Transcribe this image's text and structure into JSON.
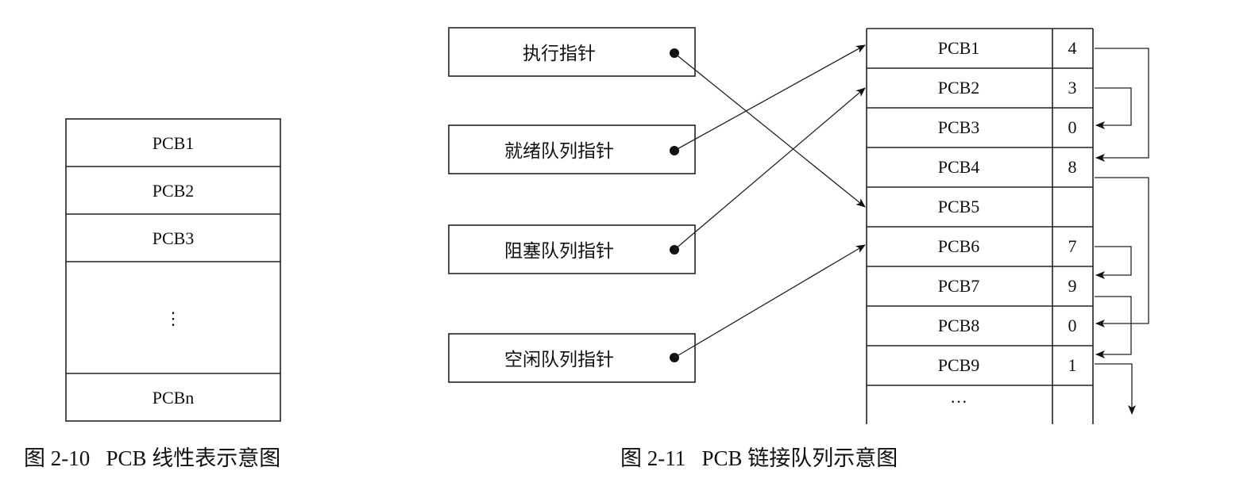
{
  "linear_table": {
    "rows": [
      "PCB1",
      "PCB2",
      "PCB3",
      "⋮",
      "PCBn"
    ],
    "caption": "图 2-10   PCB 线性表示意图"
  },
  "linked_queue": {
    "pointers": [
      "执行指针",
      "就绪队列指针",
      "阻塞队列指针",
      "空闲队列指针"
    ],
    "pcbs": [
      {
        "name": "PCB1",
        "link": "4"
      },
      {
        "name": "PCB2",
        "link": "3"
      },
      {
        "name": "PCB3",
        "link": "0"
      },
      {
        "name": "PCB4",
        "link": "8"
      },
      {
        "name": "PCB5",
        "link": ""
      },
      {
        "name": "PCB6",
        "link": "7"
      },
      {
        "name": "PCB7",
        "link": "9"
      },
      {
        "name": "PCB8",
        "link": "0"
      },
      {
        "name": "PCB9",
        "link": "1"
      },
      {
        "name": "···",
        "link": ""
      }
    ],
    "pointer_targets": [
      {
        "from": "执行指针",
        "to": "PCB5"
      },
      {
        "from": "就绪队列指针",
        "to": "PCB1"
      },
      {
        "from": "阻塞队列指针",
        "to": "PCB2"
      },
      {
        "from": "空闲队列指针",
        "to": "PCB6"
      }
    ],
    "links": [
      {
        "from": "PCB1",
        "to": "PCB4"
      },
      {
        "from": "PCB2",
        "to": "PCB3"
      },
      {
        "from": "PCB4",
        "to": "PCB8"
      },
      {
        "from": "PCB6",
        "to": "PCB7"
      },
      {
        "from": "PCB7",
        "to": "PCB9"
      },
      {
        "from": "PCB9",
        "to": "more"
      }
    ],
    "caption": "图 2-11   PCB 链接队列示意图"
  }
}
